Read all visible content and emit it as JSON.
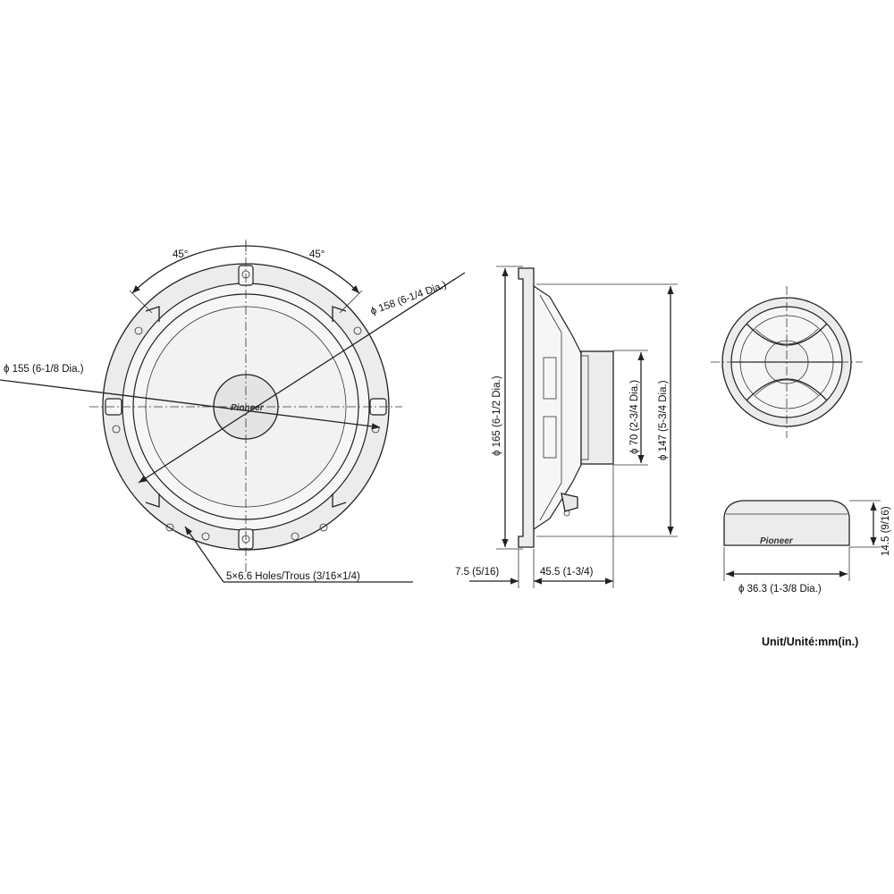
{
  "front_view": {
    "angle_left": "45°",
    "angle_right": "45°",
    "dia_158": "ϕ 158 (6-1/4 Dia.)",
    "dia_155": "ϕ 155 (6-1/8 Dia.)",
    "holes": "5×6.6 Holes/Trous (3/16×1/4)",
    "logo": "Pioneer"
  },
  "side_view": {
    "dia_165": "ϕ 165 (6-1/2 Dia.)",
    "dia_70": "ϕ 70 (2-3/4 Dia.)",
    "dia_147": "ϕ 147 (5-3/4 Dia.)",
    "depth_flange": "7.5 (5/16)",
    "depth_body": "45.5 (1-3/4)"
  },
  "tweeter": {
    "dia": "ϕ 36.3 (1-3/8 Dia.)",
    "height": "14.5 (9/16)",
    "logo": "Pioneer"
  },
  "unit_note": "Unit/Unité:mm(in.)"
}
